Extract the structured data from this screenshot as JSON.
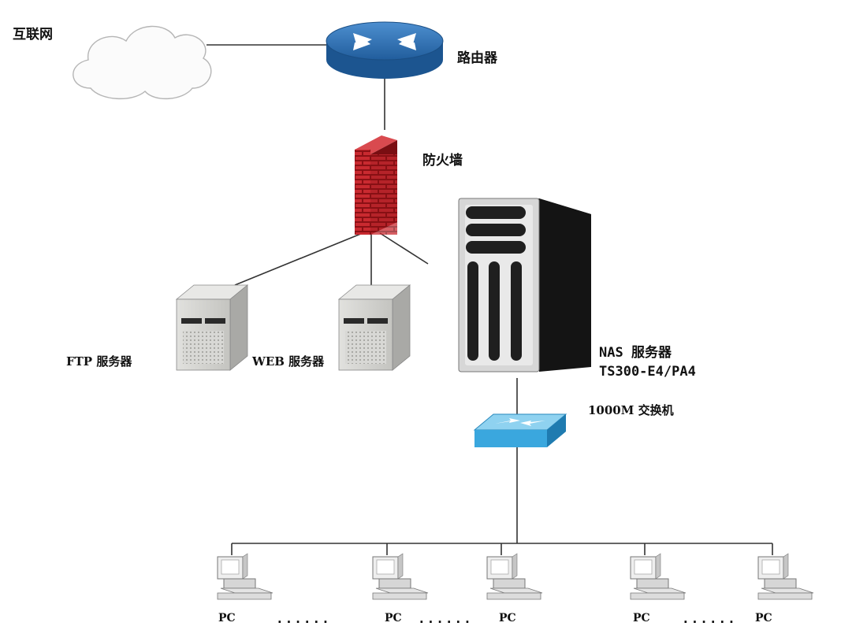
{
  "labels": {
    "internet": "互联网",
    "router": "路由器",
    "firewall": "防火墙",
    "ftp_server": "FTP 服务器",
    "web_server": "WEB 服务器",
    "nas_server": "NAS 服务器",
    "nas_model": "TS300-E4/PA4",
    "switch": "1000M 交换机"
  },
  "pcs": [
    {
      "label": "PC"
    },
    {
      "label": "PC"
    },
    {
      "label": "PC"
    },
    {
      "label": "PC"
    },
    {
      "label": "PC"
    }
  ],
  "ellipsis": [
    "......",
    "......",
    "......"
  ],
  "colors": {
    "router": "#2f6fb0",
    "firewall": "#c0222a",
    "switch": "#38a8df",
    "server": "#cfcfcc",
    "nas": "#1e1e1e",
    "line": "#333333"
  },
  "icons": [
    "cloud-icon",
    "router-icon",
    "firewall-icon",
    "server-icon",
    "nas-tower-icon",
    "switch-icon",
    "pc-icon"
  ]
}
